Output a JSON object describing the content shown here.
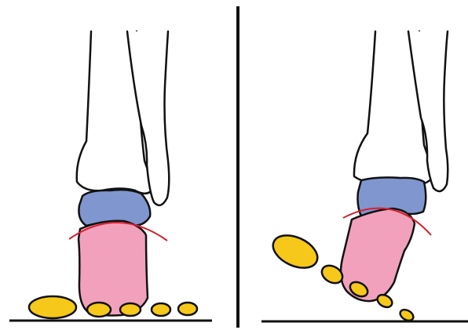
{
  "figure": {
    "panels": [
      {
        "id": "left",
        "posture": "neutral-vertical"
      },
      {
        "id": "right",
        "posture": "tilted"
      }
    ],
    "colors": {
      "background": "#ffffff",
      "outline": "#111111",
      "talus": "#7f96cf",
      "calcaneus": "#f2a1bc",
      "sesamoid": "#f6c81a",
      "joint_line": "#d81f2e",
      "ground": "#111111"
    }
  }
}
